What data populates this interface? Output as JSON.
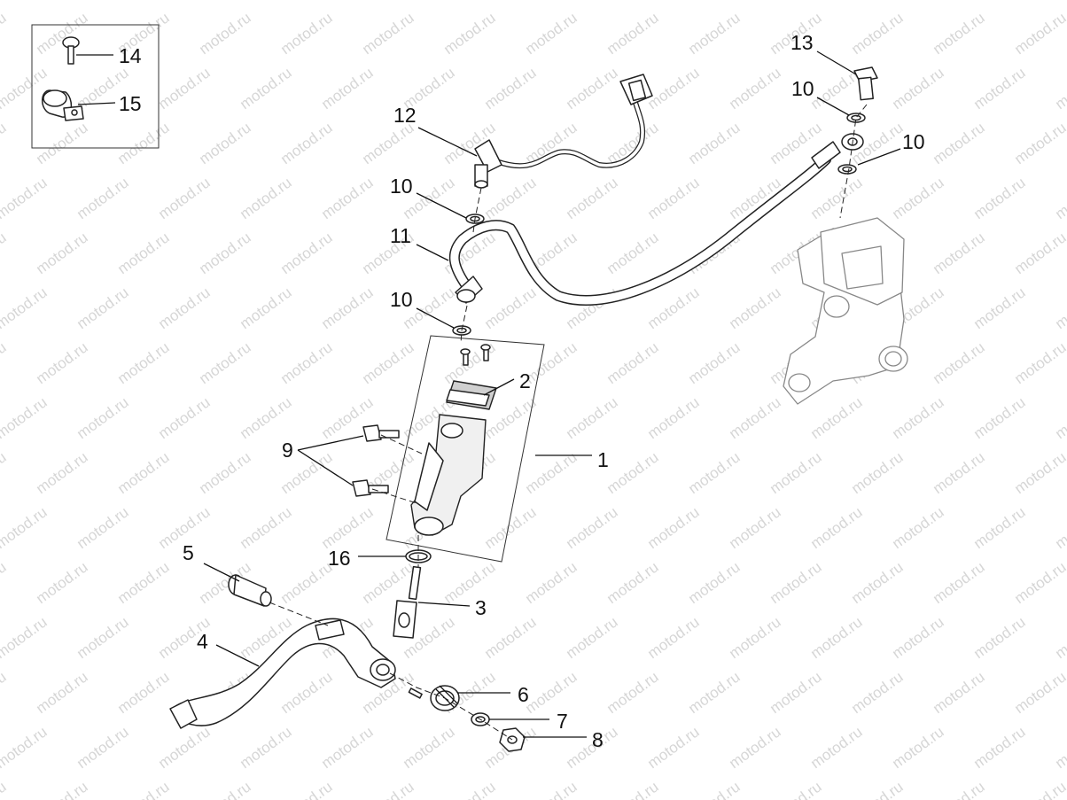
{
  "watermark": "motod.ru",
  "callouts": {
    "c1": "1",
    "c2": "2",
    "c3": "3",
    "c4": "4",
    "c5": "5",
    "c6": "6",
    "c7": "7",
    "c8": "8",
    "c9": "9",
    "c10a": "10",
    "c10b": "10",
    "c10c": "10",
    "c10d": "10",
    "c11": "11",
    "c12": "12",
    "c13": "13",
    "c14": "14",
    "c15": "15",
    "c16": "16"
  }
}
